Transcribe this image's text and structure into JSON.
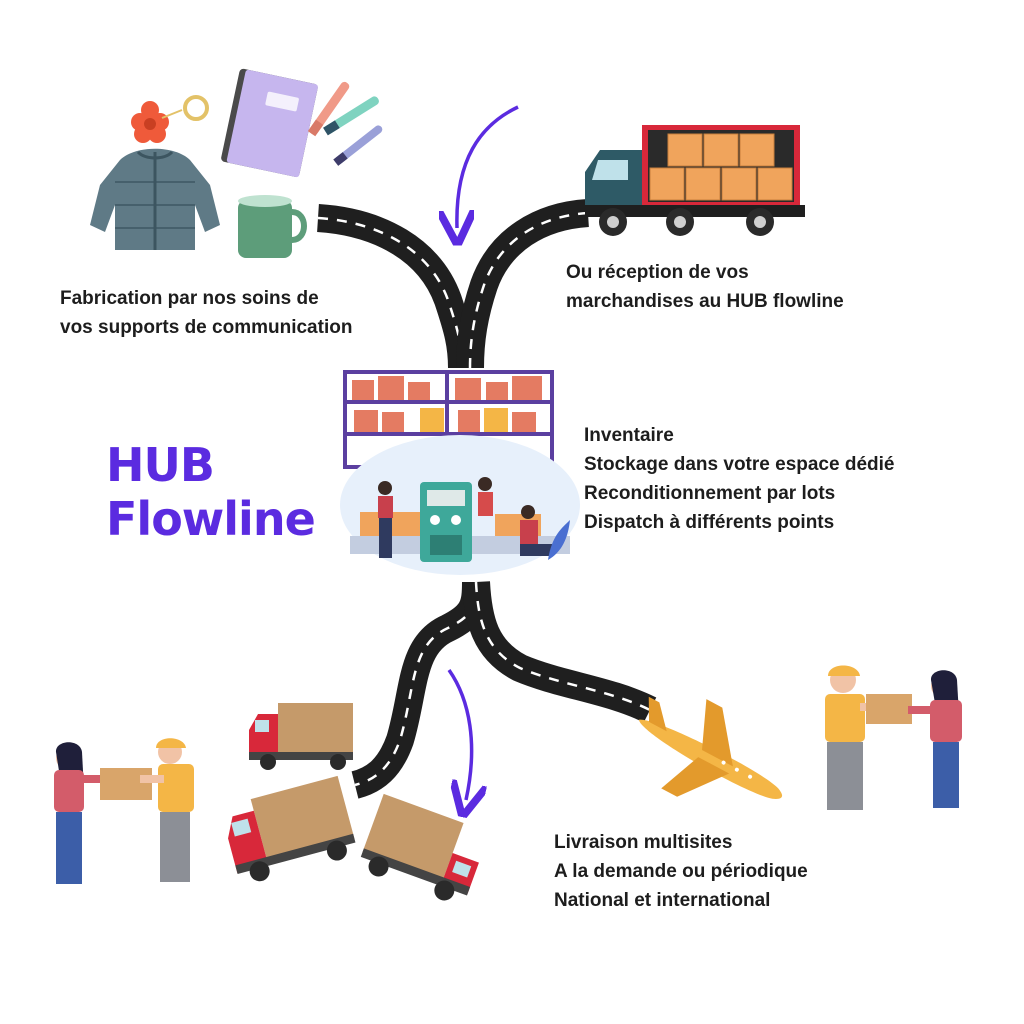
{
  "title": {
    "line1": "HUB",
    "line2": "Flowline"
  },
  "manufacturing": {
    "lines": [
      "Fabrication par nos soins de",
      "vos supports de communication"
    ]
  },
  "reception": {
    "lines": [
      "Ou réception de vos",
      "marchandises au HUB flowline"
    ]
  },
  "hub_services": {
    "lines": [
      "Inventaire",
      "Stockage dans votre espace dédié",
      "Reconditionnement par lots",
      "Dispatch à différents points"
    ]
  },
  "delivery": {
    "lines": [
      "Livraison multisites",
      "A la demande ou périodique",
      "National et international"
    ]
  },
  "colors": {
    "accent": "#5b2be0",
    "road": "#1f1f1f",
    "road_marking": "#ffffff",
    "box": "#f0a45c",
    "truck_red": "#d8283a",
    "shelf": "#5b3fa0"
  },
  "icons": {
    "goods": [
      "jacket-icon",
      "flower-keychain-icon",
      "notebook-icon",
      "pens-icon",
      "mug-icon"
    ],
    "reception": "delivery-truck-icon",
    "hub": "warehouse-icon",
    "outbound": [
      "small-trucks-icon",
      "airplane-icon",
      "package-handover-icon"
    ]
  }
}
